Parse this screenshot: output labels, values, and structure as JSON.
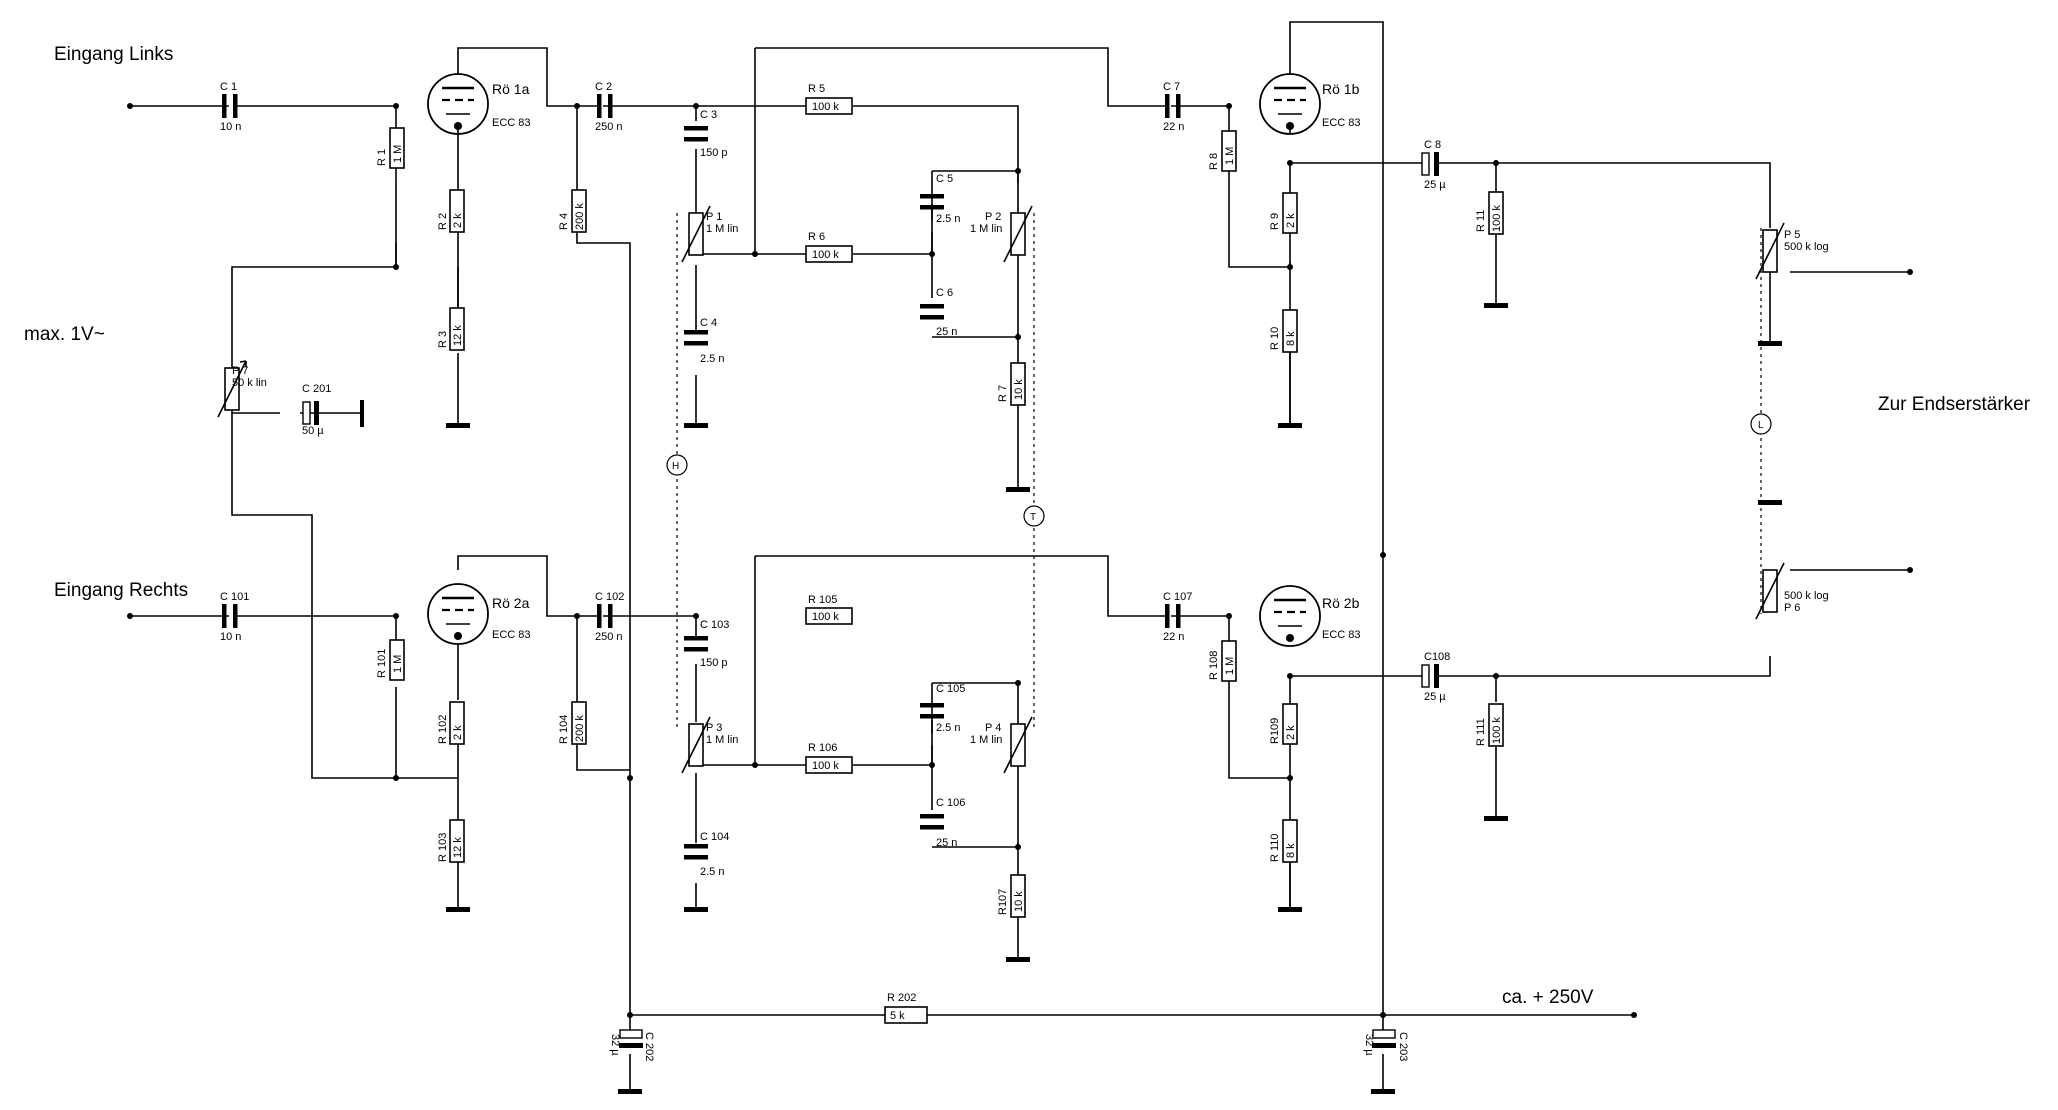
{
  "labels": {
    "input_left": "Eingang Links",
    "input_right": "Eingang Rechts",
    "max_level": "max. 1V~",
    "output": "Zur Endserstärker",
    "supply": "ca. + 250V"
  },
  "tubes": {
    "r1a": {
      "name": "Rö 1a",
      "type": "ECC 83"
    },
    "r1b": {
      "name": "Rö 1b",
      "type": "ECC 83"
    },
    "r2a": {
      "name": "Rö 2a",
      "type": "ECC 83"
    },
    "r2b": {
      "name": "Rö 2b",
      "type": "ECC 83"
    }
  },
  "components": {
    "C1": {
      "ref": "C 1",
      "value": "10 n"
    },
    "C2": {
      "ref": "C 2",
      "value": "250 n"
    },
    "C3": {
      "ref": "C 3",
      "value": "150 p"
    },
    "C4": {
      "ref": "C 4",
      "value": "2.5 n"
    },
    "C5": {
      "ref": "C 5",
      "value": "2.5 n"
    },
    "C6": {
      "ref": "C 6",
      "value": "25 n"
    },
    "C7": {
      "ref": "C 7",
      "value": "22 n"
    },
    "C8": {
      "ref": "C 8",
      "value": "25 µ"
    },
    "C101": {
      "ref": "C 101",
      "value": "10 n"
    },
    "C102": {
      "ref": "C 102",
      "value": "250 n"
    },
    "C103": {
      "ref": "C 103",
      "value": "150 p"
    },
    "C104": {
      "ref": "C 104",
      "value": "2.5 n"
    },
    "C105": {
      "ref": "C 105",
      "value": "2.5 n"
    },
    "C106": {
      "ref": "C 106",
      "value": "25 n"
    },
    "C107": {
      "ref": "C 107",
      "value": "22 n"
    },
    "C108": {
      "ref": "C108",
      "value": "25 µ"
    },
    "C201": {
      "ref": "C 201",
      "value": "50 µ"
    },
    "C202": {
      "ref": "C 202",
      "value": "32 µ"
    },
    "C203": {
      "ref": "C 203",
      "value": "32 µ"
    },
    "R1": {
      "ref": "R 1",
      "value": "1 M"
    },
    "R2": {
      "ref": "R 2",
      "value": "2 k"
    },
    "R3": {
      "ref": "R 3",
      "value": "12 k"
    },
    "R4": {
      "ref": "R 4",
      "value": "200 k"
    },
    "R5": {
      "ref": "R 5",
      "value": "100 k"
    },
    "R6": {
      "ref": "R 6",
      "value": "100 k"
    },
    "R7": {
      "ref": "R 7",
      "value": "10 k"
    },
    "R8": {
      "ref": "R 8",
      "value": "1 M"
    },
    "R9": {
      "ref": "R 9",
      "value": "2 k"
    },
    "R10": {
      "ref": "R 10",
      "value": "8 k"
    },
    "R11": {
      "ref": "R 11",
      "value": "100 k"
    },
    "R101": {
      "ref": "R 101",
      "value": "1 M"
    },
    "R102": {
      "ref": "R 102",
      "value": "2 k"
    },
    "R103": {
      "ref": "R 103",
      "value": "12 k"
    },
    "R104": {
      "ref": "R 104",
      "value": "200 k"
    },
    "R105": {
      "ref": "R 105",
      "value": "100 k"
    },
    "R106": {
      "ref": "R 106",
      "value": "100 k"
    },
    "R107": {
      "ref": "R107",
      "value": "10 k"
    },
    "R108": {
      "ref": "R 108",
      "value": "1 M"
    },
    "R109": {
      "ref": "R109",
      "value": "2 k"
    },
    "R110": {
      "ref": "R 110",
      "value": "8 k"
    },
    "R111": {
      "ref": "R 111",
      "value": "100 k"
    },
    "R202": {
      "ref": "R 202",
      "value": "5 k"
    },
    "P1": {
      "ref": "P 1",
      "value": "1 M lin"
    },
    "P2": {
      "ref": "P 2",
      "value": "1 M lin"
    },
    "P3": {
      "ref": "P 3",
      "value": "1 M lin"
    },
    "P4": {
      "ref": "P 4",
      "value": "1 M lin"
    },
    "P5": {
      "ref": "P 5",
      "value": "500 k log"
    },
    "P6": {
      "ref": "P 6",
      "value": "500 k log"
    },
    "P7": {
      "ref": "P 7",
      "value": "50 k lin"
    }
  },
  "gang_markers": {
    "bass": "H",
    "treble": "T",
    "volume": "L"
  }
}
